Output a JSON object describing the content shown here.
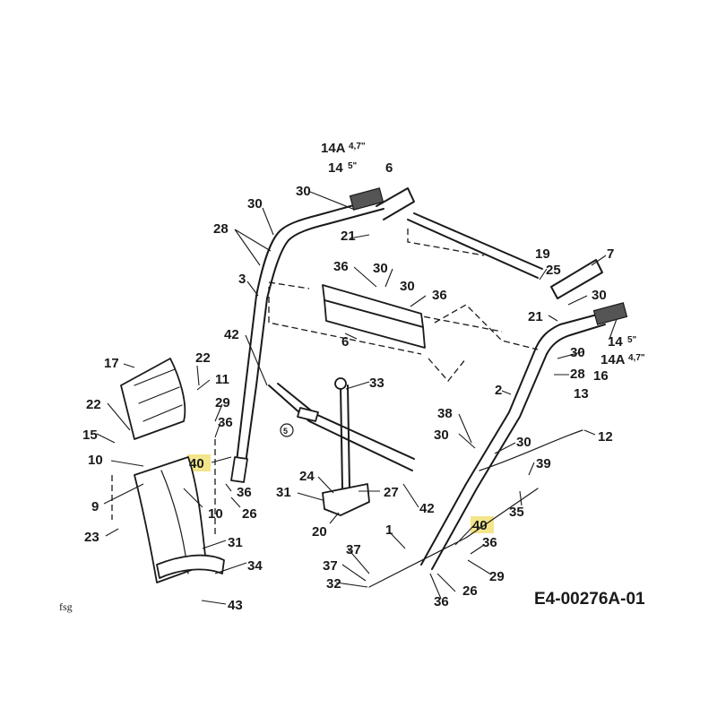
{
  "document_code": "E4-00276A-01",
  "corner_mark": "fsg",
  "highlight_color": "#f3e58a",
  "callouts": [
    {
      "id": "c14a-top",
      "text": "14A",
      "sup": "4,7\""
    },
    {
      "id": "c14-top",
      "text": "14",
      "sup": "5\""
    },
    {
      "id": "c6-top",
      "text": "6",
      "sup": ""
    },
    {
      "id": "c30-a",
      "text": "30",
      "sup": ""
    },
    {
      "id": "c30-b",
      "text": "30",
      "sup": ""
    },
    {
      "id": "c28-a",
      "text": "28",
      "sup": ""
    },
    {
      "id": "c21-a",
      "text": "21",
      "sup": ""
    },
    {
      "id": "c3",
      "text": "3",
      "sup": ""
    },
    {
      "id": "c36-a",
      "text": "36",
      "sup": ""
    },
    {
      "id": "c30-c",
      "text": "30",
      "sup": ""
    },
    {
      "id": "c30-d",
      "text": "30",
      "sup": ""
    },
    {
      "id": "c36-b",
      "text": "36",
      "sup": ""
    },
    {
      "id": "c19",
      "text": "19",
      "sup": ""
    },
    {
      "id": "c7",
      "text": "7",
      "sup": ""
    },
    {
      "id": "c25",
      "text": "25",
      "sup": ""
    },
    {
      "id": "c30-e",
      "text": "30",
      "sup": ""
    },
    {
      "id": "c21-b",
      "text": "21",
      "sup": ""
    },
    {
      "id": "c14-right",
      "text": "14",
      "sup": "5\""
    },
    {
      "id": "c14a-right",
      "text": "14A",
      "sup": "4,7\""
    },
    {
      "id": "c30-f",
      "text": "30",
      "sup": ""
    },
    {
      "id": "c28-b",
      "text": "28",
      "sup": ""
    },
    {
      "id": "c16",
      "text": "16",
      "sup": ""
    },
    {
      "id": "c13",
      "text": "13",
      "sup": ""
    },
    {
      "id": "c6-mid",
      "text": "6",
      "sup": ""
    },
    {
      "id": "c42-a",
      "text": "42",
      "sup": ""
    },
    {
      "id": "c33",
      "text": "33",
      "sup": ""
    },
    {
      "id": "c2",
      "text": "2",
      "sup": ""
    },
    {
      "id": "c38",
      "text": "38",
      "sup": ""
    },
    {
      "id": "c30-g",
      "text": "30",
      "sup": ""
    },
    {
      "id": "c30-h",
      "text": "30",
      "sup": ""
    },
    {
      "id": "c12",
      "text": "12",
      "sup": ""
    },
    {
      "id": "c17",
      "text": "17",
      "sup": ""
    },
    {
      "id": "c22-a",
      "text": "22",
      "sup": ""
    },
    {
      "id": "c11",
      "text": "11",
      "sup": ""
    },
    {
      "id": "c22-b",
      "text": "22",
      "sup": ""
    },
    {
      "id": "c29-a",
      "text": "29",
      "sup": ""
    },
    {
      "id": "c36-c",
      "text": "36",
      "sup": ""
    },
    {
      "id": "c15",
      "text": "15",
      "sup": ""
    },
    {
      "id": "c10-a",
      "text": "10",
      "sup": ""
    },
    {
      "id": "c40-a",
      "text": "40",
      "sup": ""
    },
    {
      "id": "c36-d",
      "text": "36",
      "sup": ""
    },
    {
      "id": "c26-a",
      "text": "26",
      "sup": ""
    },
    {
      "id": "c9",
      "text": "9",
      "sup": ""
    },
    {
      "id": "c10-b",
      "text": "10",
      "sup": ""
    },
    {
      "id": "c24",
      "text": "24",
      "sup": ""
    },
    {
      "id": "c31-a",
      "text": "31",
      "sup": ""
    },
    {
      "id": "c27",
      "text": "27",
      "sup": ""
    },
    {
      "id": "c42-b",
      "text": "42",
      "sup": ""
    },
    {
      "id": "c20",
      "text": "20",
      "sup": ""
    },
    {
      "id": "c39",
      "text": "39",
      "sup": ""
    },
    {
      "id": "c35",
      "text": "35",
      "sup": ""
    },
    {
      "id": "c40-b",
      "text": "40",
      "sup": ""
    },
    {
      "id": "c36-e",
      "text": "36",
      "sup": ""
    },
    {
      "id": "c1",
      "text": "1",
      "sup": ""
    },
    {
      "id": "c23",
      "text": "23",
      "sup": ""
    },
    {
      "id": "c31-b",
      "text": "31",
      "sup": ""
    },
    {
      "id": "c37-a",
      "text": "37",
      "sup": ""
    },
    {
      "id": "c37-b",
      "text": "37",
      "sup": ""
    },
    {
      "id": "c34",
      "text": "34",
      "sup": ""
    },
    {
      "id": "c29-b",
      "text": "29",
      "sup": ""
    },
    {
      "id": "c32",
      "text": "32",
      "sup": ""
    },
    {
      "id": "c26-b",
      "text": "26",
      "sup": ""
    },
    {
      "id": "c36-f",
      "text": "36",
      "sup": ""
    },
    {
      "id": "c43",
      "text": "43",
      "sup": ""
    },
    {
      "id": "c5-circle",
      "text": "5",
      "sup": ""
    }
  ]
}
